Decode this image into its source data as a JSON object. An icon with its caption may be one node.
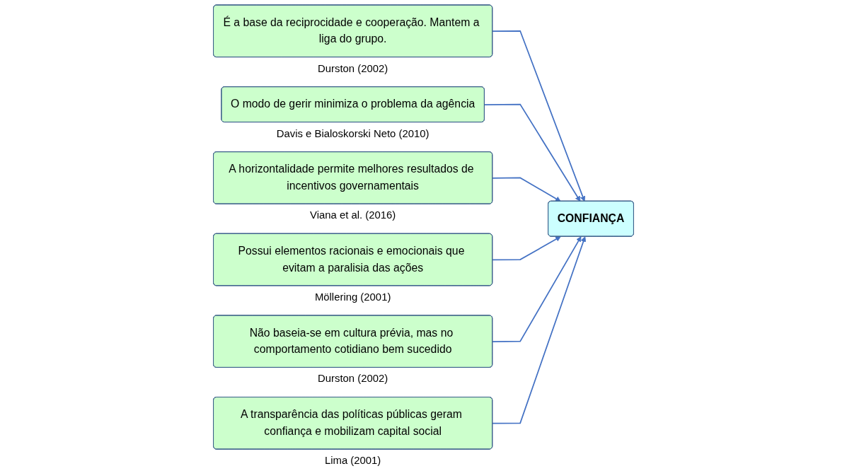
{
  "diagram": {
    "nodes": [
      {
        "text": [
          "É a base da reciprocidade e cooperação. Mantem a liga do grupo."
        ],
        "beside": [
          "Durston (2002)"
        ]
      },
      {
        "text": [
          "O modo de gerir minimiza o problema da agência"
        ],
        "beside": [
          "Davis e Bialoskorski Neto (2010)"
        ]
      },
      {
        "text": [
          "A horizontalidade permite melhores resultados de incentivos governamentais"
        ],
        "beside": [
          "Viana et al. (2016)"
        ]
      },
      {
        "text": [
          "Possui elementos racionais e emocionais que evitam a paralisia das ações"
        ],
        "beside": [
          "Möllering (2001)"
        ]
      },
      {
        "text": [
          "Não baseia-se em cultura prévia, mas no comportamento cotidiano bem sucedido"
        ],
        "beside": [
          "Durston (2002)"
        ]
      },
      {
        "text": [
          "CONFIANÇA"
        ]
      },
      {
        "text": [
          "A transparência das políticas públicas geram confiança e mobilizam capital social"
        ],
        "beside": [
          "Lima (2001)"
        ]
      }
    ],
    "edges": [
      {
        "from": 0,
        "to": 5,
        "arrow": "to"
      },
      {
        "from": 1,
        "to": 5,
        "arrow": "to"
      },
      {
        "from": 2,
        "to": 5,
        "arrow": "to"
      },
      {
        "from": 3,
        "to": 5,
        "arrow": "to"
      },
      {
        "from": 4,
        "to": 5,
        "arrow": "to"
      },
      {
        "from": 6,
        "to": 5,
        "arrow": "to"
      }
    ]
  }
}
